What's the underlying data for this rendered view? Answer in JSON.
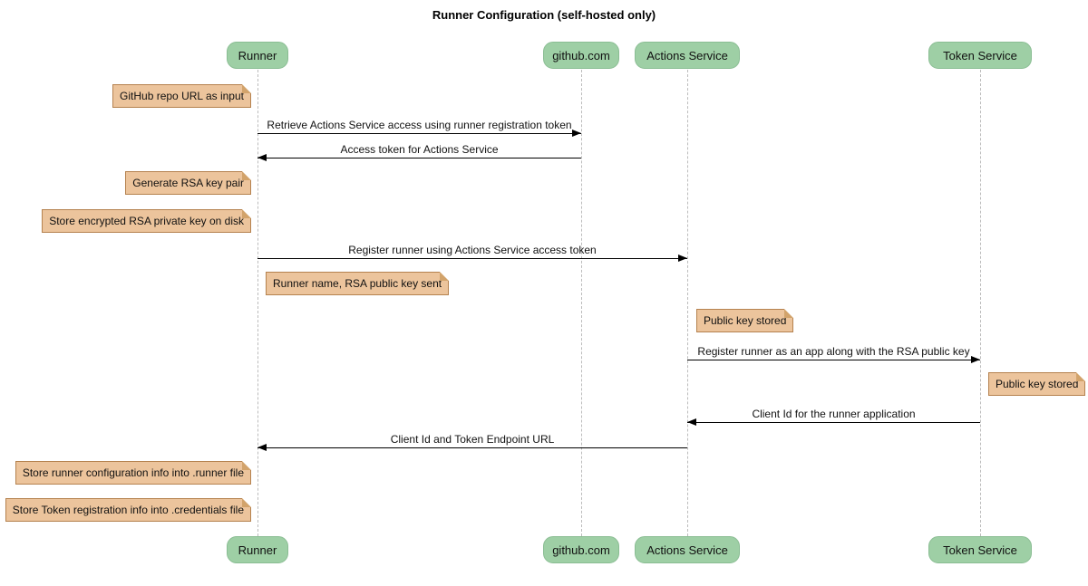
{
  "title": "Runner Configuration (self-hosted only)",
  "colors": {
    "background": "#FFFFFF",
    "participant_fill": "#9ECFA5",
    "participant_border": "#8ABD93",
    "note_fill": "#ECC49C",
    "note_border": "#B5824F",
    "note_fold": "#D2A36B",
    "lifeline": "#BCBCBC",
    "arrow": "#000000",
    "text": "#111111"
  },
  "participants": [
    {
      "id": "runner",
      "label": "Runner"
    },
    {
      "id": "github",
      "label": "github.com"
    },
    {
      "id": "actions-service",
      "label": "Actions Service"
    },
    {
      "id": "token-service",
      "label": "Token Service"
    }
  ],
  "messages": [
    {
      "from": "Runner",
      "to": "github.com",
      "direction": "right",
      "label": "Retrieve Actions Service access using runner registration token"
    },
    {
      "from": "github.com",
      "to": "Runner",
      "direction": "left",
      "label": "Access token for Actions Service"
    },
    {
      "from": "Runner",
      "to": "Actions Service",
      "direction": "right",
      "label": "Register runner using Actions Service access token"
    },
    {
      "from": "Actions Service",
      "to": "Token Service",
      "direction": "right",
      "label": "Register runner as an app along with the RSA public key"
    },
    {
      "from": "Token Service",
      "to": "Actions Service",
      "direction": "left",
      "label": "Client Id for the runner application"
    },
    {
      "from": "Actions Service",
      "to": "Runner",
      "direction": "left",
      "label": "Client Id and Token Endpoint URL"
    }
  ],
  "notes": [
    {
      "attached_to": "Runner",
      "side": "left",
      "text": "GitHub repo URL as input"
    },
    {
      "attached_to": "Runner",
      "side": "left",
      "text": "Generate RSA key pair"
    },
    {
      "attached_to": "Runner",
      "side": "left",
      "text": "Store encrypted RSA private key on disk"
    },
    {
      "attached_to": "Runner",
      "side": "right",
      "text": "Runner name, RSA public key sent"
    },
    {
      "attached_to": "Actions Service",
      "side": "right",
      "text": "Public key stored"
    },
    {
      "attached_to": "Token Service",
      "side": "right",
      "text": "Public key stored"
    },
    {
      "attached_to": "Runner",
      "side": "left",
      "text": "Store runner configuration info into .runner file"
    },
    {
      "attached_to": "Runner",
      "side": "left",
      "text": "Store Token registration info into .credentials file"
    }
  ]
}
